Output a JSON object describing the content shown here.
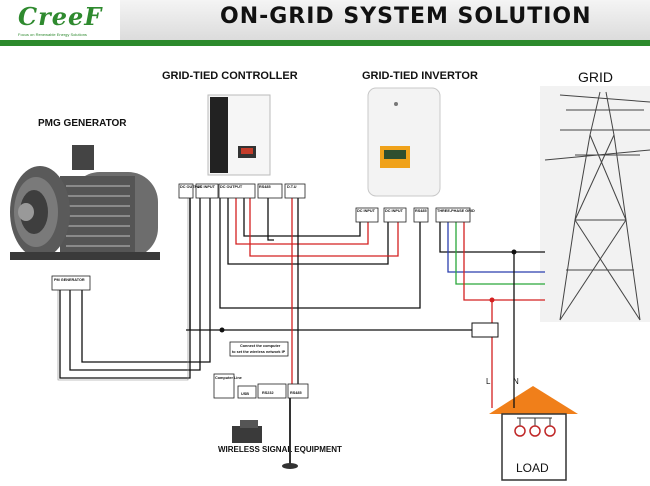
{
  "header": {
    "logo_text": "CreeF",
    "logo_tagline": "Focus on Renewable Energy Solutions",
    "title": "ON-GRID  SYSTEM  SOLUTION"
  },
  "labels": {
    "controller": "GRID-TIED CONTROLLER",
    "inverter": "GRID-TIED INVERTOR",
    "grid": "GRID",
    "generator": "PMG GENERATOR",
    "wireless": "WIRELESS SIGNAL EQUIPMENT",
    "load": "LOAD",
    "line_l": "L",
    "line_n": "N"
  },
  "terminals": {
    "pm_generator": "PM GENERATOR",
    "dc_output": "DC OUTPUT",
    "ac_input": "AC INPUT",
    "dc_output2": "DC OUTPUT",
    "dc_input_left": "DC INPUT",
    "dc_input_right": "DC INPUT",
    "rs485_ctrl": "RS485",
    "dtu": "D.T.U",
    "rs485_inv": "RS485",
    "three_phase": "THREE-PHASE GRID",
    "computer_note_1": "Connect the computer",
    "computer_note_2": "to set the wireless network IP",
    "usb": "USB",
    "rs232": "RS232",
    "rs485_box": "RS485",
    "usb_top": "Computer Line"
  },
  "colors": {
    "header_bar": "#2c8a2c",
    "wire_black": "#111111",
    "wire_red": "#d42020",
    "wire_blue": "#2b3fae",
    "wire_green": "#2aa83a",
    "roof": "#f07f1a"
  }
}
